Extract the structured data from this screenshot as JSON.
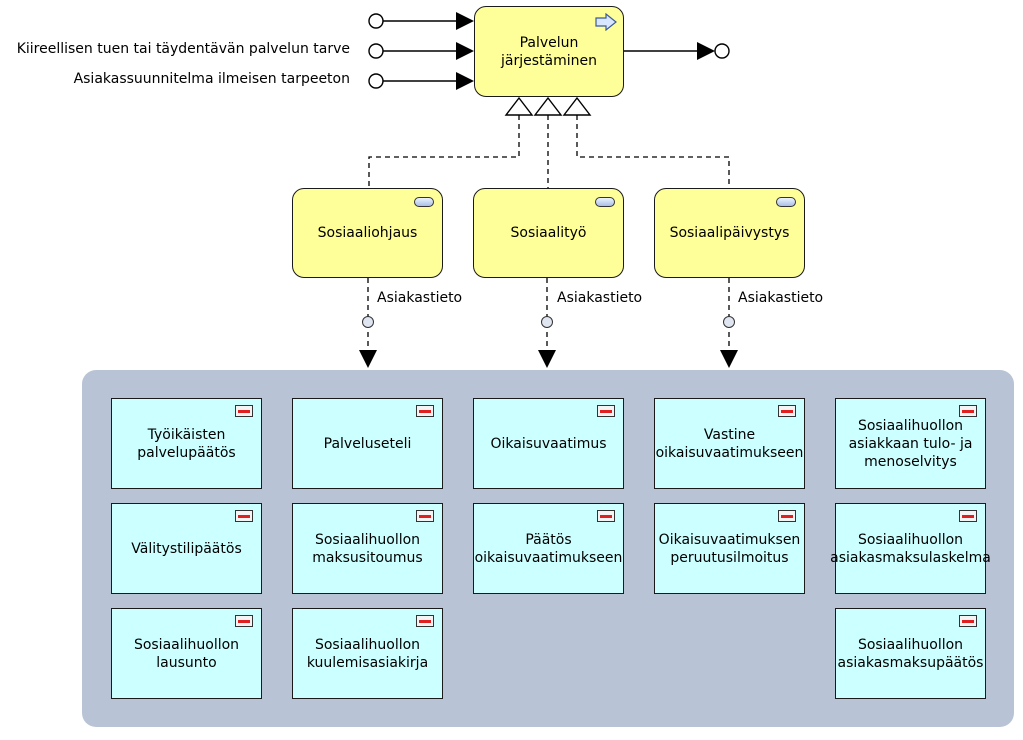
{
  "process": {
    "label": "Palvelun\njärjestäminen",
    "inputs": [
      "",
      "Kiireellisen tuen tai täydentävän palvelun tarve",
      "Asiakassuunnitelma ilmeisen tarpeeton"
    ]
  },
  "functions": [
    {
      "label": "Sosiaaliohjaus",
      "flow_label": "Asiakastieto"
    },
    {
      "label": "Sosiaalityö",
      "flow_label": "Asiakastieto"
    },
    {
      "label": "Sosiaalipäivystys",
      "flow_label": "Asiakastieto"
    }
  ],
  "documents": [
    "Työikäisten\npalvelupäätös",
    "Palveluseteli",
    "Oikaisuvaatimus",
    "Vastine\noikaisuvaatimukseen",
    "Sosiaalihuollon\nasiakkaan tulo- ja\nmenoselvitys",
    "Välitystilipäätös",
    "Sosiaalihuollon\nmaksusitoumus",
    "Päätös\noikaisuvaatimukseen",
    "Oikaisuvaatimuksen\nperuutusilmoitus",
    "Sosiaalihuollon\nasiakasmaksulaskelma",
    "Sosiaalihuollon\nlausunto",
    "Sosiaalihuollon\nkuulemisasiakirja",
    "Sosiaalihuollon\nasiakasmaksupäätös"
  ],
  "colors": {
    "process_fill": "#ffff99",
    "document_fill": "#ccffff",
    "group_fill": "#b8c4d6"
  }
}
